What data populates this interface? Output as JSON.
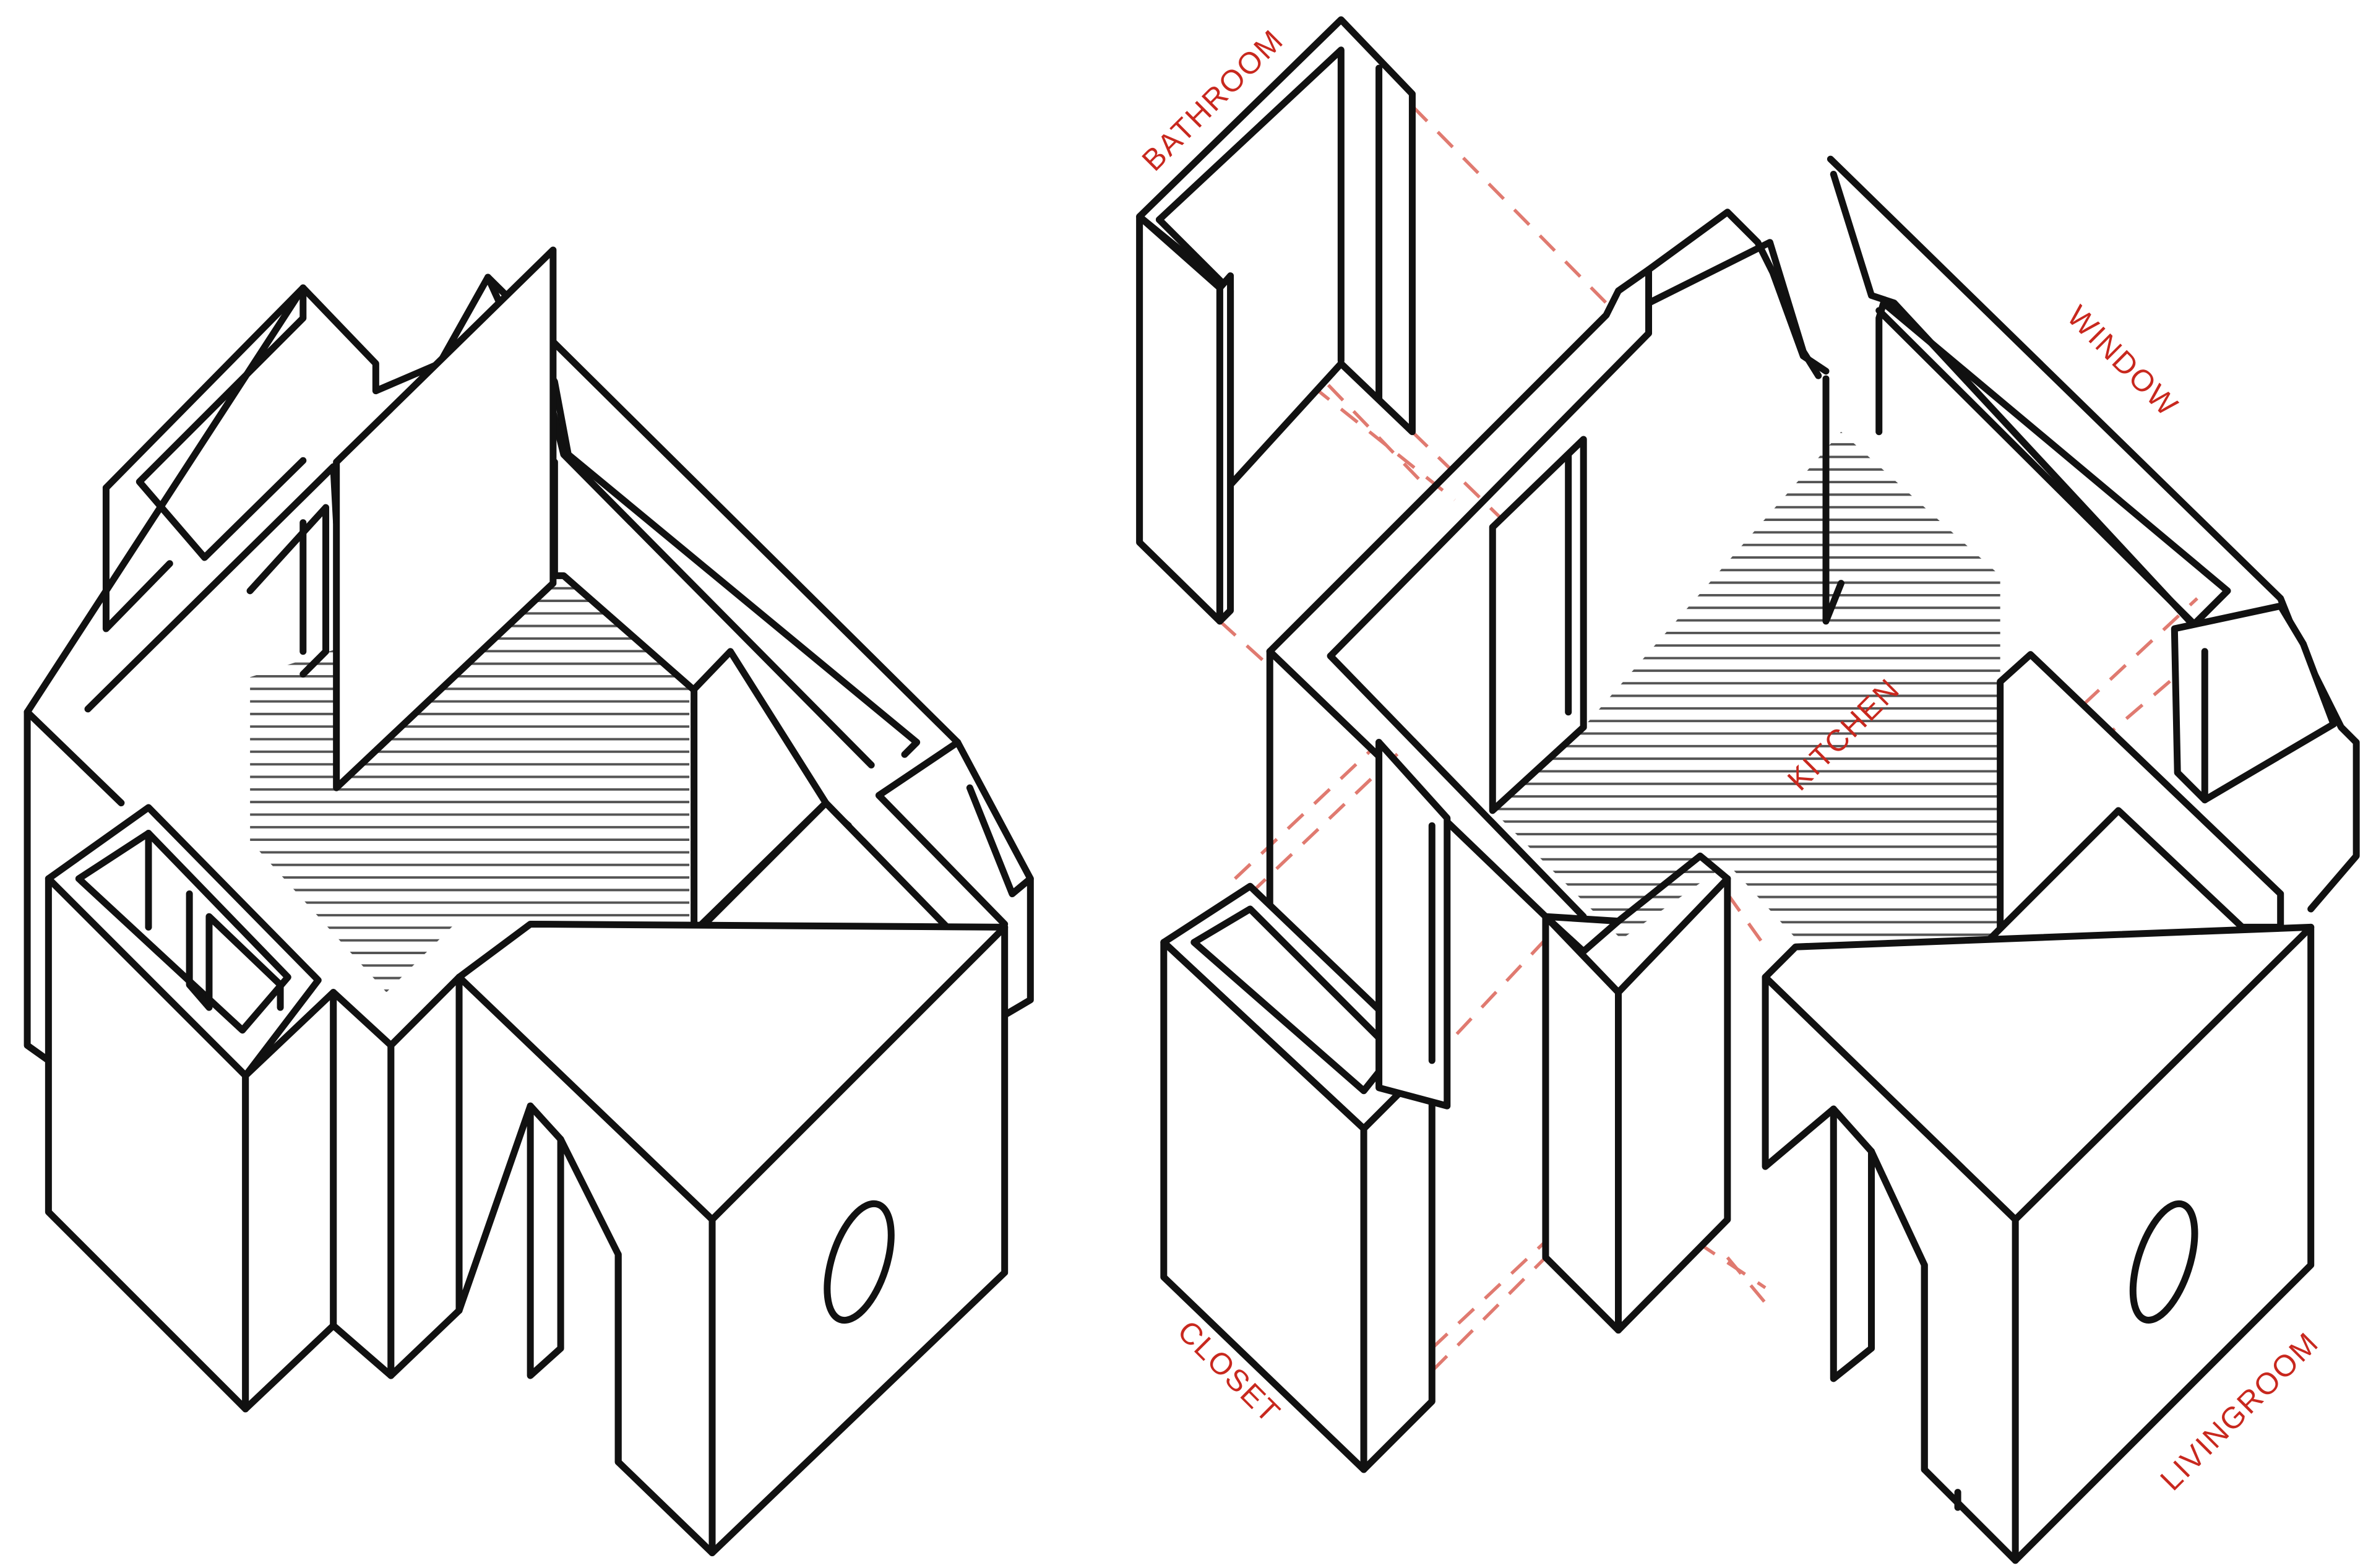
{
  "labels": {
    "bathroom": "BATHROOM",
    "window": "WINDOW",
    "kitchen": "KITCHEN",
    "closet": "CLOSET",
    "livingroom": "LIVINGROOM"
  },
  "colors": {
    "label": "#c8281e",
    "line": "#111111",
    "guide": "#e07a70",
    "background": "#ffffff"
  }
}
